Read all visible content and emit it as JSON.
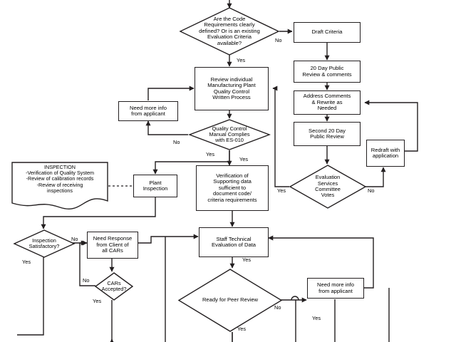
{
  "diagram": {
    "title": "Code Requirements Evaluation Process Flowchart",
    "type": "flowchart",
    "background": "#ffffff",
    "stroke_color": "#231f20",
    "text_color": "#000000"
  },
  "nodes": {
    "code_requirements": {
      "label": "Are the Code\nRequirements clearly\ndefined? Or is an existing\nEvaluation Criteria\navailable?",
      "shape": "decision"
    },
    "draft_criteria": {
      "label": "Draft Criteria",
      "shape": "process"
    },
    "twenty_day_public_review": {
      "label": "20 Day Public\nReview & comments",
      "shape": "process"
    },
    "address_comments": {
      "label": "Address Comments\n& Rewrite as\nNeeded",
      "shape": "process"
    },
    "second_twenty_day": {
      "label": "Second 20 Day\nPublic Review",
      "shape": "process"
    },
    "evaluation_services_votes": {
      "label": "Evaluation\nServices\nCommittee\nVotes",
      "shape": "decision"
    },
    "redraft_with_application": {
      "label": "Redraft with\napplication",
      "shape": "process"
    },
    "review_individual": {
      "label": "Review individual\nManufacturing Plant\nQuality Control\nWritten Process",
      "shape": "process"
    },
    "need_more_info_top": {
      "label": "Need more info\nfrom applicant",
      "shape": "process"
    },
    "quality_control_manual": {
      "label": "Quality Control\nManual Complies\nwith ES-010",
      "shape": "decision"
    },
    "inspection_note": {
      "label": "INSPECTION\n-Verification of Quality System\n-Review of calibration records\n-Review of receiving\ninspections",
      "shape": "document"
    },
    "plant_inspection": {
      "label": "Plant\nInspection",
      "shape": "process"
    },
    "verification_supporting_data": {
      "label": "Verification of\nSupporting data\nsufficient to\ndocument code/\ncriteria requirements",
      "shape": "process"
    },
    "inspection_satisfactory": {
      "label": "Inspection\nSatisfactory?",
      "shape": "decision"
    },
    "need_response_client": {
      "label": "Need Response\nfrom Client of\nall CARs",
      "shape": "process"
    },
    "cars_accepted": {
      "label": "CARs\nAccepted?",
      "shape": "decision"
    },
    "staff_technical_evaluation": {
      "label": "Staff Technical\nEvaluation of Data",
      "shape": "process"
    },
    "ready_for_peer_review": {
      "label": "Ready for Peer Review",
      "shape": "decision"
    },
    "need_more_info_bottom": {
      "label": "Need more info\nfrom applicant",
      "shape": "process"
    }
  },
  "edge_labels": {
    "code_req_no": "No",
    "code_req_yes": "Yes",
    "qc_manual_no": "No",
    "qc_manual_yes_left": "Yes",
    "qc_manual_yes_right": "Yes",
    "esc_votes_yes": "Yes",
    "esc_votes_no": "No",
    "inspection_sat_no": "No",
    "inspection_sat_yes": "Yes",
    "cars_no": "No",
    "cars_yes": "Yes",
    "staff_eval_yes": "Yes",
    "peer_review_no": "No",
    "peer_review_yes": "Yes",
    "need_more_info_yes": "Yes"
  }
}
